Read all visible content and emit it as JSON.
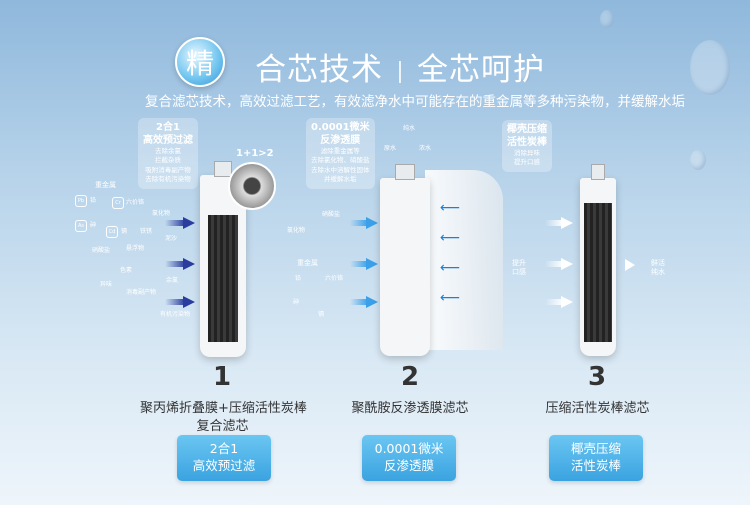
{
  "header": {
    "badge": "精",
    "title_left": "合芯技术",
    "title_right": "全芯呵护",
    "subtitle": "复合滤芯技术，高效过滤工艺，有效滤净水中可能存在的重金属等多种污染物，并缓解水垢"
  },
  "stage1": {
    "card": {
      "title1": "2合1",
      "title2": "高效预过滤",
      "lines": [
        "去除余氯",
        "拦截杂质",
        "吸附消毒副产物",
        "去除有机污染物"
      ]
    },
    "ratio": "1+1>2",
    "tags": [
      "重金属",
      "铅",
      "六价铬",
      "砷",
      "镉",
      "氯化物",
      "铁锈",
      "泥沙",
      "硝酸盐",
      "悬浮物",
      "色素",
      "异味",
      "消毒副产物",
      "余氯",
      "有机污染物"
    ],
    "elements": [
      "Pb",
      "Cr",
      "As",
      "Cd"
    ],
    "number": "1",
    "label_line1": "聚丙烯折叠膜+压缩活性炭棒",
    "label_line2": "复合滤芯",
    "button_line1": "2合1",
    "button_line2": "高效预过滤"
  },
  "stage2": {
    "card": {
      "title1": "0.0001微米",
      "title2": "反渗透膜",
      "lines": [
        "滤除重金属等",
        "去除氯化物、硝酸盐",
        "去除水中溶解性固体",
        "并缓解水垢"
      ]
    },
    "flow_labels": {
      "pure": "纯水",
      "raw_left": "原水",
      "raw_right": "浓水"
    },
    "tags": [
      "硝酸盐",
      "氯化物",
      "重金属",
      "铅",
      "六价铬",
      "砷",
      "镉"
    ],
    "number": "2",
    "label": "聚酰胺反渗透膜滤芯",
    "button_line1": "0.0001微米",
    "button_line2": "反渗透膜"
  },
  "stage3": {
    "card": {
      "title1": "椰壳压缩",
      "title2": "活性炭棒",
      "lines": [
        "消除异味",
        "提升口感"
      ]
    },
    "left_tag": "提升口感",
    "right_tag": "鲜活纯水",
    "number": "3",
    "label": "压缩活性炭棒滤芯",
    "button_line1": "椰壳压缩",
    "button_line2": "活性炭棒"
  },
  "colors": {
    "accent": "#3aa3e0",
    "arrow_dark": "#2a3d9e",
    "arrow_light": "#3aa0ea"
  }
}
